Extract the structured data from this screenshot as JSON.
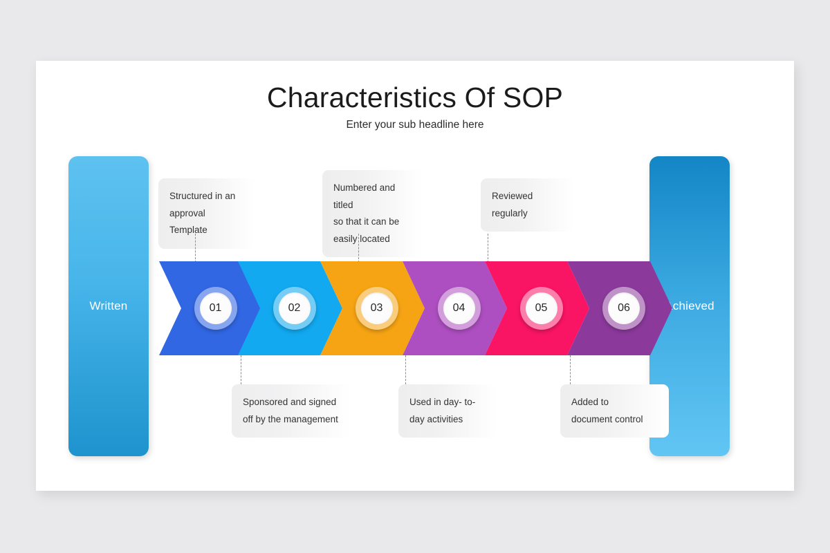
{
  "slide": {
    "title": "Characteristics Of SOP",
    "subtitle": "Enter your sub headline here",
    "background_color": "#e9e9eb",
    "card_color": "#ffffff"
  },
  "end_panels": {
    "left": {
      "label": "Written",
      "gradient_from": "#5ec2f0",
      "gradient_to": "#1e93cd"
    },
    "right": {
      "label": "Achieved",
      "gradient_from": "#1386c6",
      "gradient_to": "#62c6f4"
    }
  },
  "steps": [
    {
      "number": "01",
      "color": "#3267e3",
      "ring_color": "#6d95ee"
    },
    {
      "number": "02",
      "color": "#12a9f0",
      "ring_color": "#63c7f5"
    },
    {
      "number": "03",
      "color": "#f6a414",
      "ring_color": "#f7c266"
    },
    {
      "number": "04",
      "color": "#ad4fc0",
      "ring_color": "#c888d4"
    },
    {
      "number": "05",
      "color": "#fa1464",
      "ring_color": "#fb6498"
    },
    {
      "number": "06",
      "color": "#8b3a9b",
      "ring_color": "#ae73ba"
    }
  ],
  "callouts_top": [
    {
      "step": "01",
      "line1": "Structured  in an",
      "line2": "approval Template",
      "line3": ""
    },
    {
      "step": "03",
      "line1": "Numbered and titled",
      "line2": "so that it can be",
      "line3": "easily located"
    },
    {
      "step": "05",
      "line1": "Reviewed",
      "line2": "regularly",
      "line3": ""
    }
  ],
  "callouts_bottom": [
    {
      "step": "02",
      "line1": "Sponsored  and signed",
      "line2": "off by the management"
    },
    {
      "step": "04",
      "line1": "Used in day- to-",
      "line2": "day activities"
    },
    {
      "step": "06",
      "line1": "Added to",
      "line2": "document control"
    }
  ]
}
